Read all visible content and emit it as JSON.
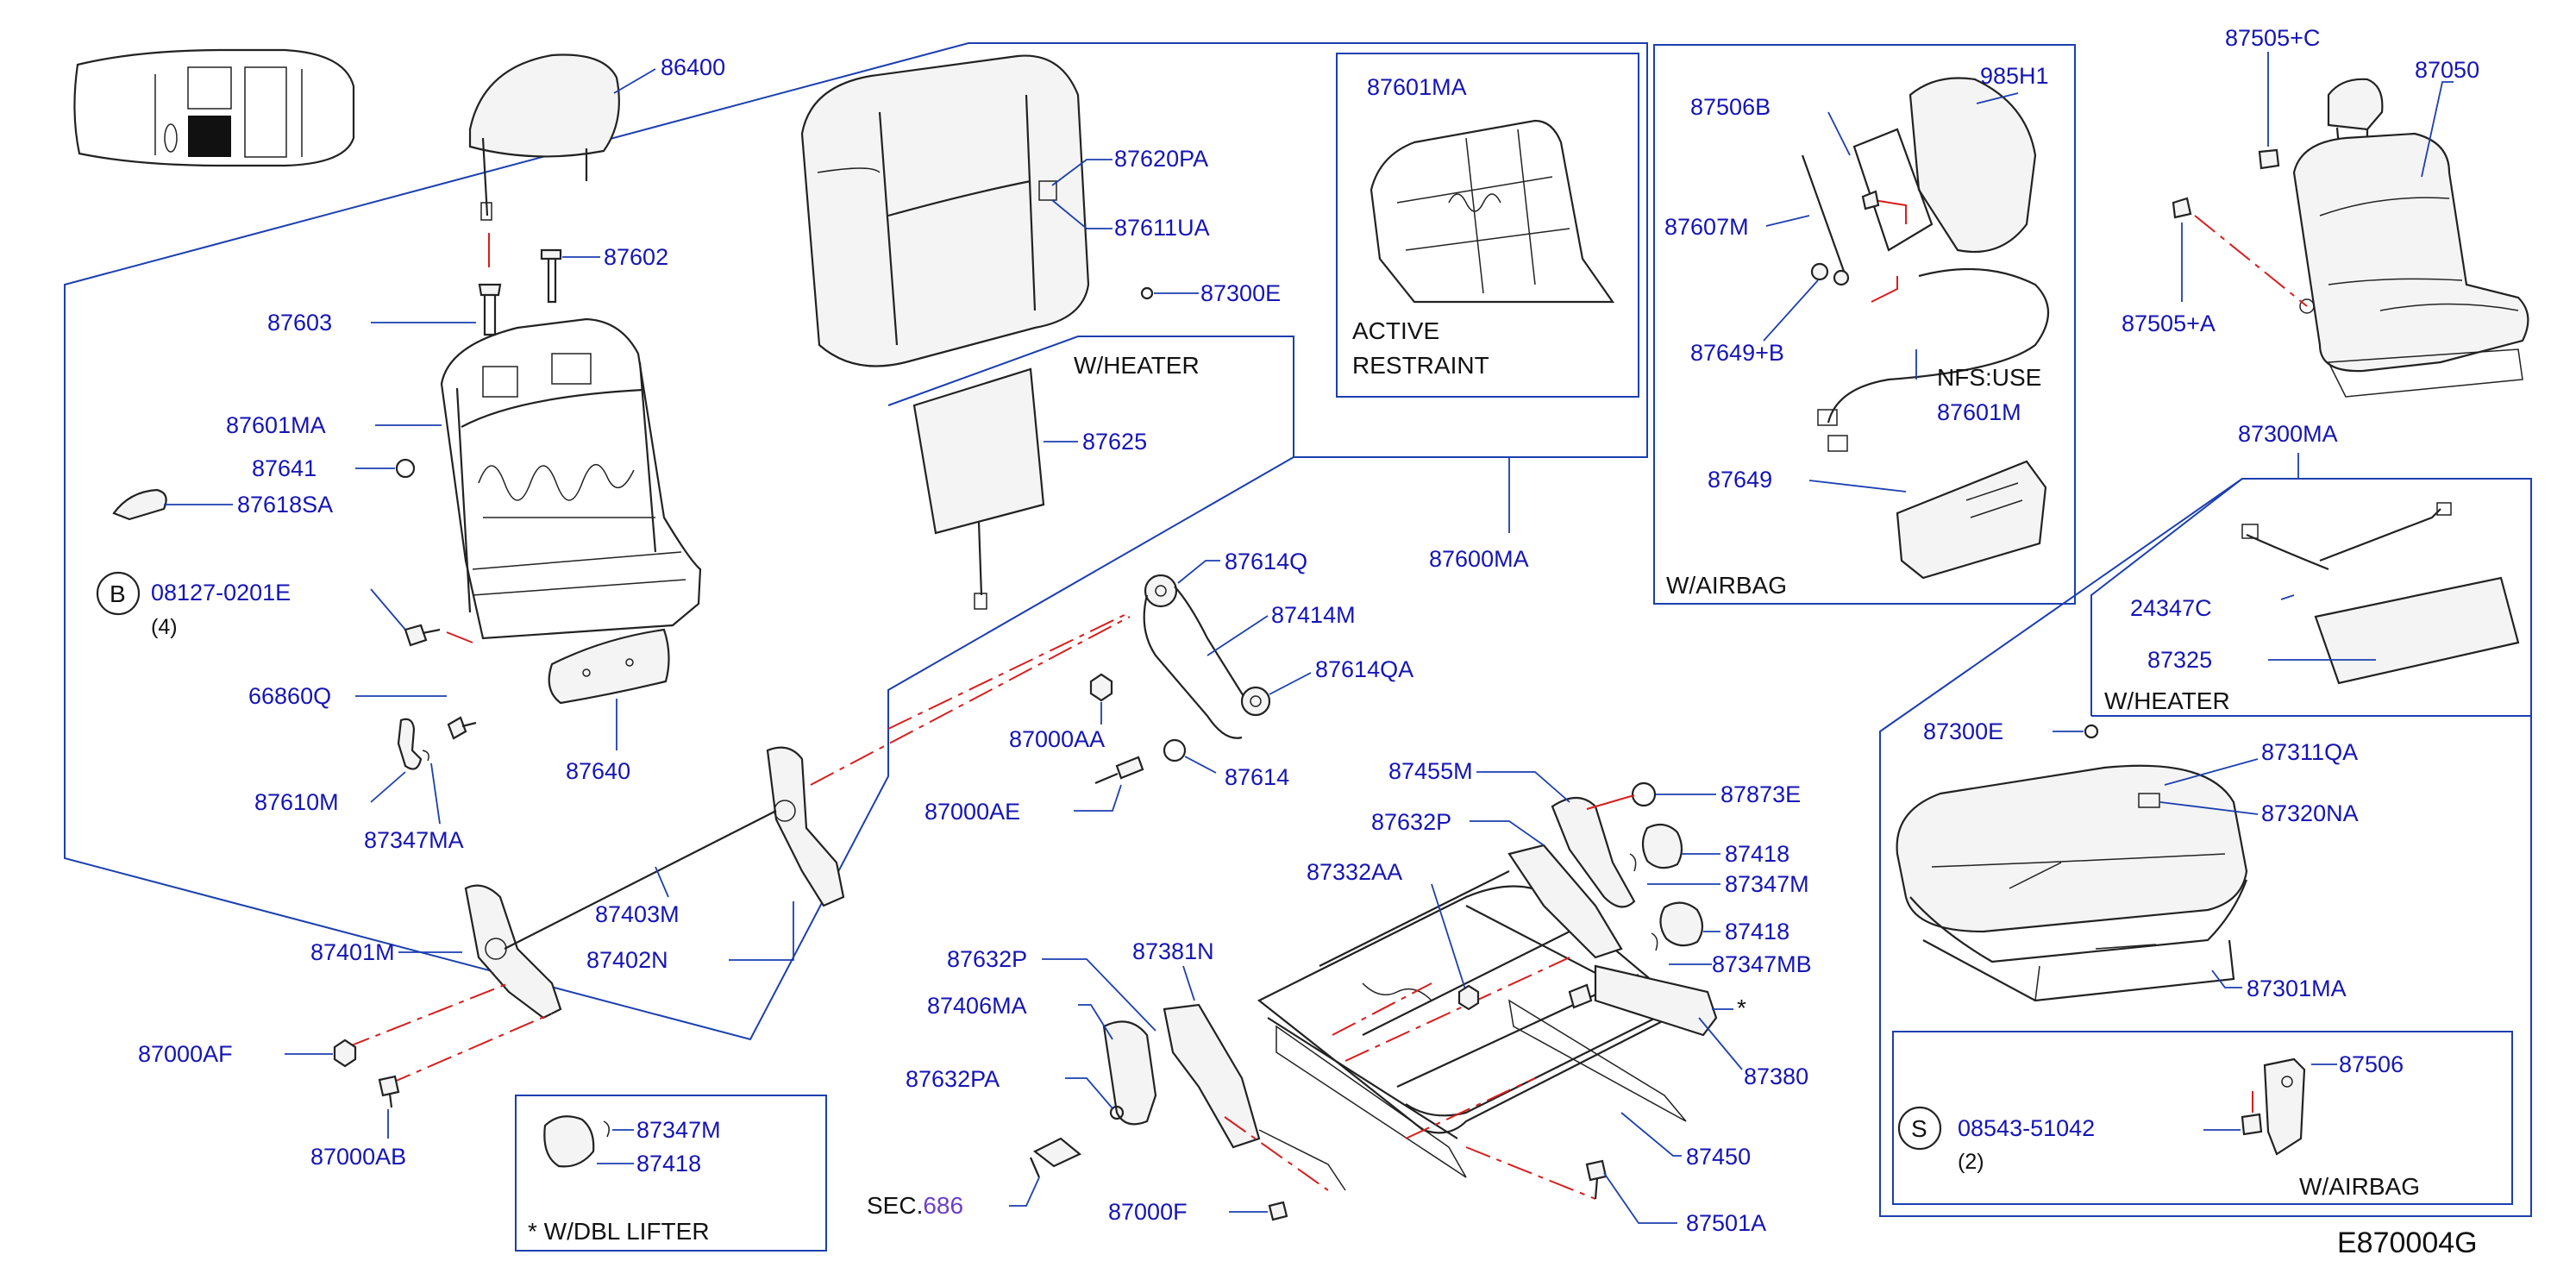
{
  "diagram": {
    "code": "E870004G",
    "boxes": {
      "heater_top": "W/HEATER",
      "active_restraint_1": "ACTIVE",
      "active_restraint_2": "RESTRAINT",
      "airbag_top": "W/AIRBAG",
      "heater_right": "W/HEATER",
      "airbag_right": "W/AIRBAG",
      "dbl_lifter": "*   W/DBL   LIFTER",
      "nfs_use": "NFS:USE"
    },
    "callouts": {
      "b_symbol": "B",
      "s_symbol": "S",
      "qty_4": "(4)",
      "qty_2": "(2)",
      "star": "*",
      "sec_prefix": "SEC.",
      "sec_num": "686"
    },
    "parts": {
      "p86400": "86400",
      "p87602": "87602",
      "p87603": "87603",
      "p87601MA_a": "87601MA",
      "p87641": "87641",
      "p87618SA": "87618SA",
      "p08127": "08127-0201E",
      "p66860Q": "66860Q",
      "p87640": "87640",
      "p87610M": "87610M",
      "p87347MA": "87347MA",
      "p87401M": "87401M",
      "p87403M": "87403M",
      "p87402N": "87402N",
      "p87000AF": "87000AF",
      "p87000AB": "87000AB",
      "p87347M_box": "87347M",
      "p87418_box": "87418",
      "p87620PA": "87620PA",
      "p87611UA": "87611UA",
      "p87300E_top": "87300E",
      "p87625": "87625",
      "p87614Q": "87614Q",
      "p87414M": "87414M",
      "p87614QA": "87614QA",
      "p87000AA": "87000AA",
      "p87614": "87614",
      "p87000AE": "87000AE",
      "p87601MA_b": "87601MA",
      "p87600MA": "87600MA",
      "p87506B": "87506B",
      "p985H1": "985H1",
      "p87607M": "87607M",
      "p87649B": "87649+B",
      "p87601M": "87601M",
      "p87649": "87649",
      "p87505C": "87505+C",
      "p87050": "87050",
      "p87505A": "87505+A",
      "p87300MA": "87300MA",
      "p24347C": "24347C",
      "p87325": "87325",
      "p87300E_right": "87300E",
      "p87311QA": "87311QA",
      "p87320NA": "87320NA",
      "p87301MA": "87301MA",
      "p87506": "87506",
      "p08543": "08543-51042",
      "p87455M": "87455M",
      "p87873E": "87873E",
      "p87632P_a": "87632P",
      "p87418_a": "87418",
      "p87347M": "87347M",
      "p87332AA": "87332AA",
      "p87418_b": "87418",
      "p87347MB": "87347MB",
      "p87632P_b": "87632P",
      "p87381N": "87381N",
      "p87406MA": "87406MA",
      "p87380": "87380",
      "p87632PA": "87632PA",
      "p87450": "87450",
      "p87000F": "87000F",
      "p87501A": "87501A"
    }
  }
}
